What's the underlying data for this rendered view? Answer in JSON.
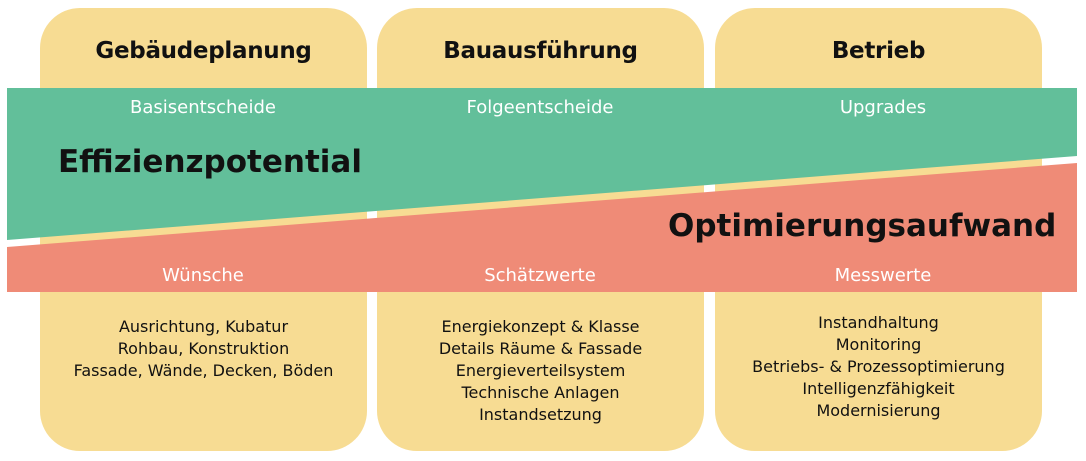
{
  "colors": {
    "phase_card": "#f7dc93",
    "efficiency_band": "#62bf9a",
    "effort_band": "#ef8b77",
    "band_text": "#ffffff",
    "text": "#111111"
  },
  "phases": [
    {
      "title": "Gebäudeplanung",
      "top_label": "Basisentscheide",
      "bottom_label": "Wünsche",
      "items": [
        "Ausrichtung, Kubatur",
        "Rohbau, Konstruktion",
        "Fassade, Wände, Decken, Böden"
      ]
    },
    {
      "title": "Bauausführung",
      "top_label": "Folgeentscheide",
      "bottom_label": "Schätzwerte",
      "items": [
        "Energiekonzept & Klasse",
        "Details Räume & Fassade",
        "Energieverteilsystem",
        "Technische Anlagen",
        "Instandsetzung"
      ]
    },
    {
      "title": "Betrieb",
      "top_label": "Upgrades",
      "bottom_label": "Messwerte",
      "items": [
        "Instandhaltung",
        "Monitoring",
        "Betriebs- & Prozessoptimierung",
        "Intelligenzfähigkeit",
        "Modernisierung"
      ]
    }
  ],
  "bands": {
    "efficiency_label": "Effizienzpotential",
    "effort_label": "Optimierungsaufwand"
  }
}
